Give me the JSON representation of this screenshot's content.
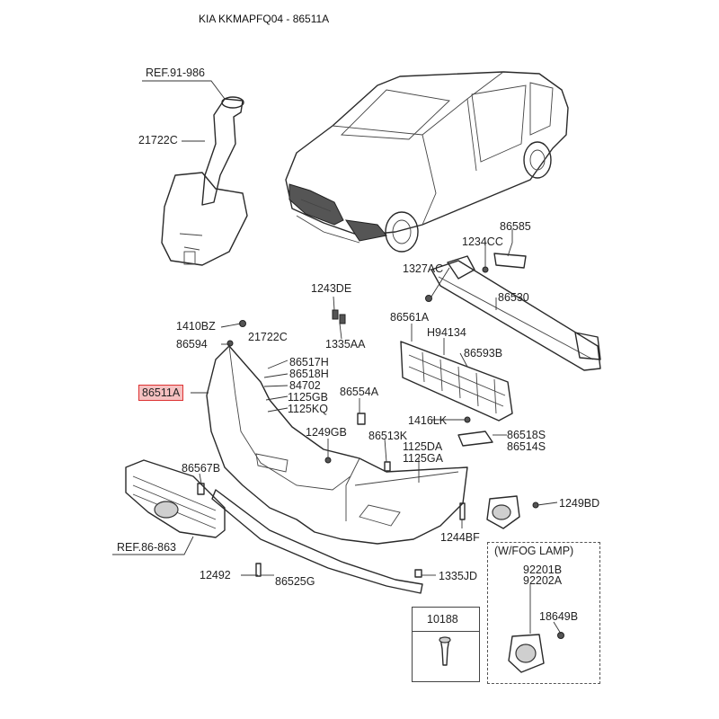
{
  "header": {
    "title": "KIA KKMAPFQ04 - 86511A"
  },
  "labels": {
    "ref_91_986": "REF.91-986",
    "p21722c_top": "21722C",
    "p1243de": "1243DE",
    "p1335aa": "1335AA",
    "p86585": "86585",
    "p1234cc": "1234CC",
    "p1327ac": "1327AC",
    "p86530": "86530",
    "p86561a": "86561A",
    "p1410bz": "1410BZ",
    "p21722c_mid": "21722C",
    "ph94134": "H94134",
    "p86594": "86594",
    "p86593b": "86593B",
    "p86517h": "86517H",
    "p86518h": "86518H",
    "p84702": "84702",
    "p1125gb": "1125GB",
    "p1125kq": "1125KQ",
    "p86554a": "86554A",
    "p86511a": "86511A",
    "p1416lk": "1416LK",
    "p86518s": "86518S",
    "p86514s": "86514S",
    "p1249gb": "1249GB",
    "p86513k": "86513K",
    "p1125da": "1125DA",
    "p1125ga": "1125GA",
    "p86567b": "86567B",
    "p1249bd": "1249BD",
    "p1244bf": "1244BF",
    "ref_86_863": "REF.86-863",
    "p12492": "12492",
    "p86525g": "86525G",
    "p1335jd": "1335JD",
    "fog_title": "(W/FOG LAMP)",
    "p92201b": "92201B",
    "p92202a": "92202A",
    "p18649b": "18649B",
    "p10188": "10188"
  }
}
